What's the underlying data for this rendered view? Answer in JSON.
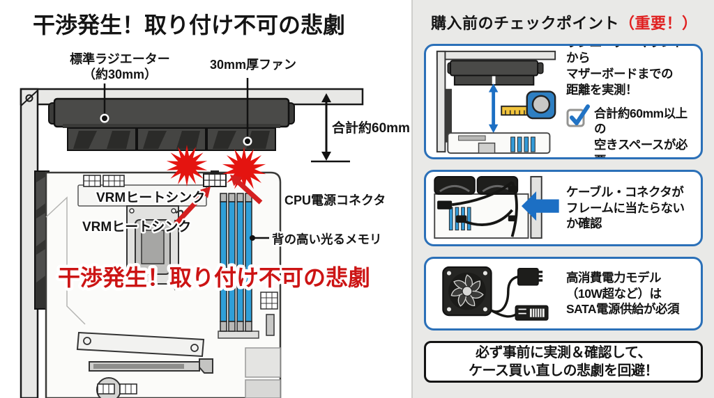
{
  "left_diagram": {
    "title": "干渉発生！取り付け不可の悲劇",
    "radiator_label_line1": "標準ラジエーター",
    "radiator_label_line2": "（約30mm）",
    "fan_label": "30mm厚ファン",
    "total_height_label": "合計約60mm",
    "vrm_heatsink_label_1": "VRMヒートシンク",
    "vrm_heatsink_label_2": "VRMヒートシンク",
    "cpu_power_connector_label": "CPU電源コネクタ",
    "tall_memory_label": "背の高い光るメモリ",
    "interference_warning": "干渉発生！取り付け不可の悲劇"
  },
  "checklist_panel": {
    "title": "購入前のチェックポイント",
    "title_important": "（重要！）",
    "items": [
      {
        "id": "measure-clearance",
        "text_lines": [
          "ラジエーターマウントから",
          "マザーボードまでの",
          "距離を実測！"
        ],
        "check_lines": [
          "合計約60mm以上の",
          "空きスペースが必要"
        ]
      },
      {
        "id": "cable-clearance",
        "text_lines": [
          "ケーブル・コネクタが",
          "フレームに当たらない",
          "か確認"
        ]
      },
      {
        "id": "sata-power",
        "text_lines": [
          "高消費電力モデル",
          "（10W超など）は",
          "SATA電源供給が必須"
        ]
      }
    ],
    "footer_lines": [
      "必ず事前に実測＆確認して、",
      "ケース買い直しの悲劇を回避！"
    ]
  },
  "colors": {
    "accent_blue": "#2b70b8",
    "arrow_blue": "#1c6fc4",
    "alert_red": "#d42020",
    "warning_text_red": "#cc1414",
    "memory_blue": "#2f9fd8",
    "dark_gray": "#4a4a48",
    "panel_bg": "#e9e9e7",
    "tape_yellow": "#f2c43c"
  }
}
